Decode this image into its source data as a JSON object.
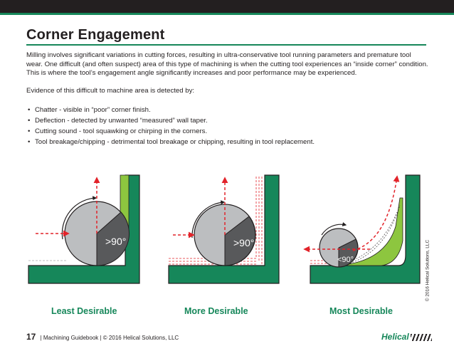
{
  "header": {
    "title": "Corner Engagement"
  },
  "intro": {
    "paragraph1": "Milling involves significant variations in cutting forces, resulting in ultra-conservative tool running parameters and premature tool wear.  One difficult (and often suspect) area of this type of machining is when the cutting tool experiences an “inside corner” condition. This is where the tool’s engagement angle significantly increases and poor performance may be experienced.",
    "paragraph2": "Evidence of this difficult to machine area is detected by:"
  },
  "bullets": [
    "Chatter - visible in “poor” corner finish.",
    "Deflection - detected by unwanted “measured” wall taper.",
    "Cutting sound - tool squawking or chirping in the corners.",
    "Tool breakage/chipping - detrimental tool breakage or chipping, resulting in tool replacement."
  ],
  "diagrams": [
    {
      "caption": "Least Desirable",
      "angle_label": ">90°"
    },
    {
      "caption": "More Desirable",
      "angle_label": ">90°"
    },
    {
      "caption": "Most Desirable",
      "angle_label": "<90°"
    }
  ],
  "copyright_vertical": "© 2016 Helical Solutions, LLC",
  "footer": {
    "page_number": "17",
    "text": "|  Machining Guidebook  |  © 2016 Helical Solutions, LLC",
    "logo": "Helical"
  },
  "colors": {
    "green": "#16875a",
    "light_green": "#8dc63f",
    "red": "#e2232a",
    "dark": "#231f20",
    "tool_gray": "#bcbec0"
  }
}
